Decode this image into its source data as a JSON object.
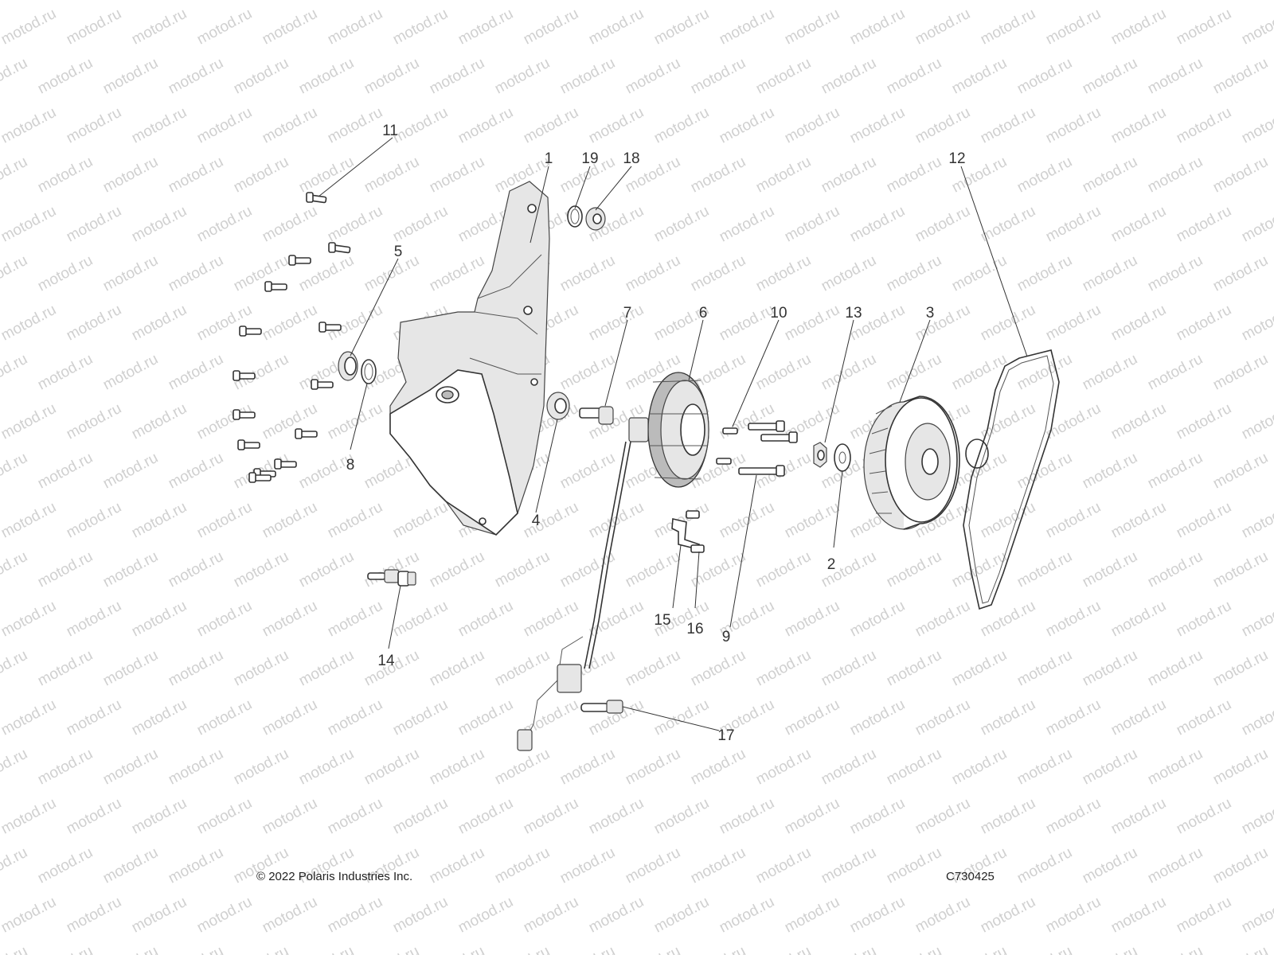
{
  "watermark": {
    "text": "motod.ru"
  },
  "callouts": [
    {
      "id": "1",
      "label": "1"
    },
    {
      "id": "2",
      "label": "2"
    },
    {
      "id": "3",
      "label": "3"
    },
    {
      "id": "4",
      "label": "4"
    },
    {
      "id": "5",
      "label": "5"
    },
    {
      "id": "6",
      "label": "6"
    },
    {
      "id": "7",
      "label": "7"
    },
    {
      "id": "8",
      "label": "8"
    },
    {
      "id": "9",
      "label": "9"
    },
    {
      "id": "10",
      "label": "10"
    },
    {
      "id": "11",
      "label": "11"
    },
    {
      "id": "12",
      "label": "12"
    },
    {
      "id": "13",
      "label": "13"
    },
    {
      "id": "14",
      "label": "14"
    },
    {
      "id": "15",
      "label": "15"
    },
    {
      "id": "16",
      "label": "16"
    },
    {
      "id": "17",
      "label": "17"
    },
    {
      "id": "18",
      "label": "18"
    },
    {
      "id": "19",
      "label": "19"
    }
  ],
  "footer": {
    "copyright": "© 2022 Polaris Industries Inc.",
    "code": "C730425"
  }
}
